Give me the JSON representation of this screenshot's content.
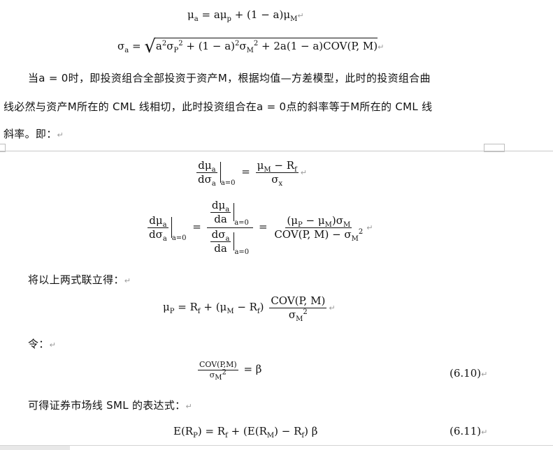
{
  "eq_mu_a": {
    "lhs": "μ",
    "lhs_sub": "a",
    "rhs_a": " = aμ",
    "rhs_p": "p",
    "rhs_b": " + (1 − a)μ",
    "rhs_m": "M"
  },
  "eq_sigma_a": {
    "lhs": "σ",
    "lhs_sub": "a",
    "eq": " = ",
    "r1": "a",
    "r1sup": "2",
    "r2": "σ",
    "r2sub": "P",
    "r2sup": "2",
    "r3": " + (1 − a)",
    "r3sup": "2",
    "r4": "σ",
    "r4sub": "M",
    "r4sup": "2",
    "r5": " + 2a(1 − a)COV(P, M)"
  },
  "para1": {
    "line1": "当a = 0时，即投资组合全部投资于资产M，根据均值—方差模型，此时的投资组合曲",
    "line2": "线必然与资产M所在的 CML 线相切，此时投资组合在a = 0点的斜率等于M所在的 CML 线",
    "line3": "斜率。即："
  },
  "eq_slope1": {
    "num": "dμ",
    "num_sub": "a",
    "den": "dσ",
    "den_sub": "a",
    "eval": "a=0",
    "eq": "=",
    "rnum": "μ",
    "rnum_sub": "M",
    "rnum_tail": " − R",
    "rnum_tail_sub": "f",
    "rden": "σ",
    "rden_sub": "x"
  },
  "eq_slope2": {
    "num": "dμ",
    "num_sub": "a",
    "den": "dσ",
    "den_sub": "a",
    "eval": "a=0",
    "eq": "=",
    "inner_num_top": "dμ",
    "inner_num_top_sub": "a",
    "inner_num_bot": "da",
    "inner_den_top": "dσ",
    "inner_den_top_sub": "a",
    "inner_den_bot": "da",
    "eq2": "=",
    "rnum": "(μ",
    "rnum_sub1": "P",
    "rnum_mid": " − μ",
    "rnum_sub2": "M",
    "rnum_end": ")σ",
    "rnum_sub3": "M",
    "rden": "COV(P, M) − σ",
    "rden_sub": "M",
    "rden_sup": "2"
  },
  "para2": {
    "text": "将以上两式联立得："
  },
  "eq_mu_p": {
    "lhs": "μ",
    "lhs_sub": "P",
    "eq": " = R",
    "rf": "f",
    "mid": " + (μ",
    "mid_sub": "M",
    "mid2": " − R",
    "mid2_sub": "f",
    "mid3": ")",
    "fnum": "COV(P, M)",
    "fden": "σ",
    "fden_sub": "M",
    "fden_sup": "2"
  },
  "para3": {
    "text": "令："
  },
  "eq_beta": {
    "fnum": "COV(P,M)",
    "fden": "σ",
    "fden_sub": "M",
    "fden_sup": "2",
    "rhs": " = β",
    "number": "(6.10)"
  },
  "para4": {
    "text": "可得证券市场线 SML 的表达式："
  },
  "eq_sml": {
    "t1": "E(R",
    "t1sub": "P",
    "t2": ") = R",
    "t2sub": "f",
    "t3": " + (E(R",
    "t3sub": "M",
    "t4": ") − R",
    "t4sub": "f",
    "t5": ") β",
    "number": "(6.11)"
  },
  "para_mark": "↵"
}
